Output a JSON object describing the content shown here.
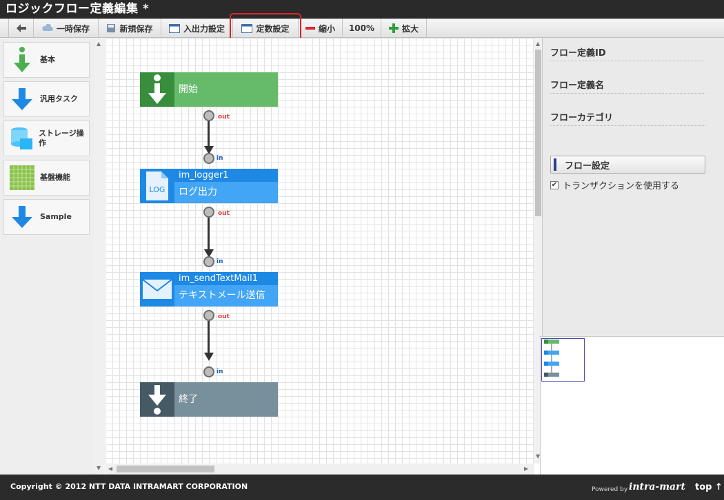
{
  "window": {
    "title": "ロジックフロー定義編集 *"
  },
  "toolbar": {
    "back_label": "",
    "temp_save": "一時保存",
    "new_save": "新規保存",
    "io_settings": "入出力設定",
    "const_settings": "定数設定",
    "zoom_out": "縮小",
    "zoom_level": "100%",
    "zoom_in": "拡大"
  },
  "palette": {
    "items": [
      {
        "label": "基本",
        "icon": "arrow-down-green-icon"
      },
      {
        "label": "汎用タスク",
        "icon": "arrow-down-blue-icon"
      },
      {
        "label": "ストレージ操作",
        "icon": "database-icon"
      },
      {
        "label": "基盤機能",
        "icon": "grid-green-icon"
      },
      {
        "label": "Sample",
        "icon": "arrow-down-blue-icon"
      }
    ]
  },
  "flow": {
    "nodes": [
      {
        "type": "start",
        "title": "開始",
        "color": "#66bb6a",
        "icon_color": "#388e3c"
      },
      {
        "type": "task",
        "name": "im_logger1",
        "title": "ログ出力",
        "icon_text": "LOG",
        "color": "#42a5f5",
        "head_color": "#1e88e5"
      },
      {
        "type": "task",
        "name": "im_sendTextMail1",
        "title": "テキストメール送信",
        "color": "#42a5f5",
        "head_color": "#1e88e5"
      },
      {
        "type": "end",
        "title": "終了",
        "color": "#78909c",
        "icon_color": "#455a64"
      }
    ],
    "port_out": "out",
    "port_in": "in"
  },
  "properties": {
    "flow_id_label": "フロー定義ID",
    "flow_name_label": "フロー定義名",
    "flow_category_label": "フローカテゴリ",
    "flow_settings_button": "フロー設定",
    "use_transaction_label": "トランザクションを使用する",
    "use_transaction_checked": "✔"
  },
  "footer": {
    "copyright": "Copyright © 2012 NTT DATA INTRAMART CORPORATION",
    "powered_by": "Powered by",
    "brand": "intra-mart",
    "top_link": "top ↑"
  },
  "colors": {
    "highlight": "#d9252a",
    "accent_blue": "#1e88e5",
    "accent_green": "#66bb6a"
  }
}
